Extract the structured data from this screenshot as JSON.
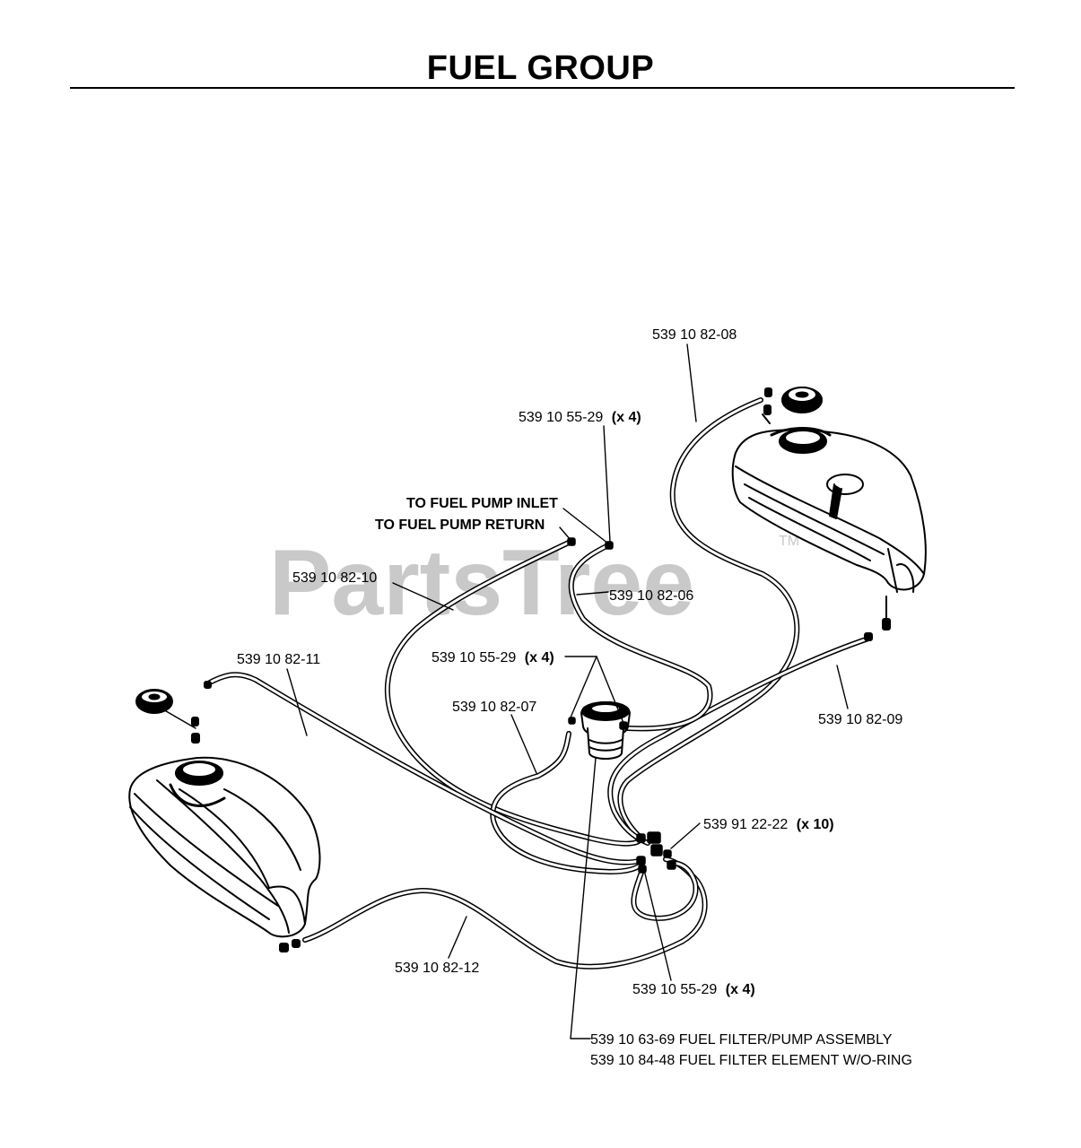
{
  "title": "FUEL GROUP",
  "watermark": {
    "text": "PartsTree",
    "trademark": "TM"
  },
  "labels": {
    "p_08": "539 10 82-08",
    "clamp_top_num": "539 10 55-29",
    "clamp_top_qty": "(x 4)",
    "to_inlet": "TO FUEL PUMP INLET",
    "to_return": "TO FUEL PUMP RETURN",
    "p_10": "539 10 82-10",
    "p_06": "539 10 82-06",
    "p_11": "539 10 82-11",
    "clamp_mid_num": "539 10 55-29",
    "clamp_mid_qty": "(x 4)",
    "p_07": "539 10 82-07",
    "p_09": "539 10 82-09",
    "tee_num": "539 91 22-22",
    "tee_qty": "(x 10)",
    "p_12": "539 10 82-12",
    "clamp_bot_num": "539 10 55-29",
    "clamp_bot_qty": "(x 4)",
    "pump_assembly": "539 10 63-69 FUEL FILTER/PUMP ASSEMBLY",
    "filter_element": "539 10 84-48 FUEL FILTER ELEMENT W/O-RING"
  },
  "colors": {
    "ink": "#000000",
    "watermark": "#c9c9c9",
    "background": "#ffffff"
  }
}
